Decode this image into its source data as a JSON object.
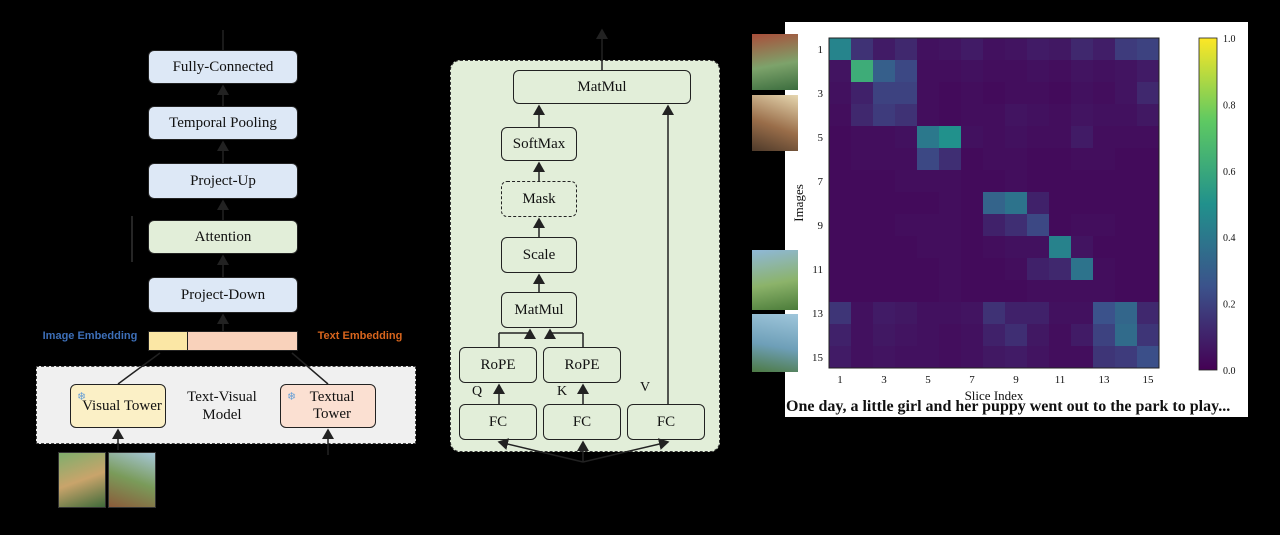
{
  "left_diagram": {
    "fully_connected": "Fully-Connected",
    "temporal_pooling": "Temporal Pooling",
    "project_up": "Project-Up",
    "attention": "Attention",
    "project_down": "Project-Down",
    "visual_tower": "Visual Tower",
    "textual_tower": "Textual Tower",
    "text_visual_model": "Text-Visual Model",
    "image_embedding": "Image Embedding",
    "text_embedding": "Text Embedding"
  },
  "middle_diagram": {
    "matmul_top": "MatMul",
    "softmax": "SoftMax",
    "mask": "Mask",
    "scale": "Scale",
    "matmul_bottom": "MatMul",
    "rope_q": "RoPE",
    "rope_k": "RoPE",
    "fc_q": "FC",
    "fc_k": "FC",
    "fc_v": "FC",
    "q_label": "Q",
    "k_label": "K",
    "v_label": "V"
  },
  "chart_data": {
    "type": "heatmap",
    "xlabel": "Slice Index",
    "ylabel": "Images",
    "x_ticks": [
      "1",
      "3",
      "5",
      "7",
      "9",
      "11",
      "13",
      "15"
    ],
    "y_ticks": [
      "1",
      "3",
      "5",
      "7",
      "9",
      "11",
      "13",
      "15"
    ],
    "colorbar_ticks": [
      "0.0",
      "0.2",
      "0.4",
      "0.6",
      "0.8",
      "1.0"
    ],
    "vmin": 0,
    "vmax": 1,
    "values": [
      [
        0.45,
        0.15,
        0.08,
        0.12,
        0.05,
        0.06,
        0.08,
        0.05,
        0.06,
        0.08,
        0.07,
        0.12,
        0.09,
        0.18,
        0.2
      ],
      [
        0.06,
        0.62,
        0.3,
        0.22,
        0.04,
        0.04,
        0.05,
        0.04,
        0.04,
        0.05,
        0.04,
        0.06,
        0.05,
        0.06,
        0.08
      ],
      [
        0.05,
        0.1,
        0.2,
        0.2,
        0.04,
        0.03,
        0.04,
        0.03,
        0.04,
        0.04,
        0.03,
        0.05,
        0.04,
        0.06,
        0.12
      ],
      [
        0.04,
        0.12,
        0.18,
        0.15,
        0.04,
        0.03,
        0.04,
        0.04,
        0.06,
        0.05,
        0.04,
        0.06,
        0.05,
        0.05,
        0.07
      ],
      [
        0.03,
        0.04,
        0.04,
        0.05,
        0.4,
        0.5,
        0.05,
        0.04,
        0.05,
        0.04,
        0.04,
        0.08,
        0.04,
        0.04,
        0.04
      ],
      [
        0.03,
        0.04,
        0.04,
        0.04,
        0.22,
        0.14,
        0.03,
        0.04,
        0.04,
        0.03,
        0.03,
        0.04,
        0.04,
        0.03,
        0.03
      ],
      [
        0.03,
        0.03,
        0.03,
        0.04,
        0.04,
        0.04,
        0.03,
        0.03,
        0.04,
        0.03,
        0.03,
        0.03,
        0.03,
        0.03,
        0.03
      ],
      [
        0.03,
        0.03,
        0.03,
        0.03,
        0.03,
        0.04,
        0.03,
        0.32,
        0.38,
        0.1,
        0.03,
        0.03,
        0.03,
        0.03,
        0.03
      ],
      [
        0.03,
        0.03,
        0.03,
        0.04,
        0.04,
        0.04,
        0.03,
        0.1,
        0.14,
        0.22,
        0.03,
        0.04,
        0.04,
        0.03,
        0.03
      ],
      [
        0.03,
        0.03,
        0.03,
        0.03,
        0.04,
        0.04,
        0.03,
        0.04,
        0.05,
        0.05,
        0.44,
        0.06,
        0.03,
        0.03,
        0.03
      ],
      [
        0.03,
        0.03,
        0.03,
        0.03,
        0.03,
        0.04,
        0.03,
        0.03,
        0.04,
        0.1,
        0.12,
        0.38,
        0.04,
        0.03,
        0.03
      ],
      [
        0.03,
        0.03,
        0.03,
        0.03,
        0.03,
        0.04,
        0.03,
        0.03,
        0.03,
        0.04,
        0.04,
        0.04,
        0.04,
        0.03,
        0.03
      ],
      [
        0.16,
        0.05,
        0.08,
        0.07,
        0.05,
        0.05,
        0.06,
        0.15,
        0.1,
        0.1,
        0.05,
        0.05,
        0.25,
        0.33,
        0.12
      ],
      [
        0.1,
        0.05,
        0.07,
        0.06,
        0.05,
        0.04,
        0.05,
        0.1,
        0.14,
        0.07,
        0.04,
        0.08,
        0.2,
        0.35,
        0.16
      ],
      [
        0.08,
        0.05,
        0.06,
        0.05,
        0.05,
        0.04,
        0.05,
        0.07,
        0.08,
        0.06,
        0.04,
        0.04,
        0.16,
        0.18,
        0.24
      ]
    ]
  },
  "caption": "One day, a little girl and her puppy went out to the park to play..."
}
